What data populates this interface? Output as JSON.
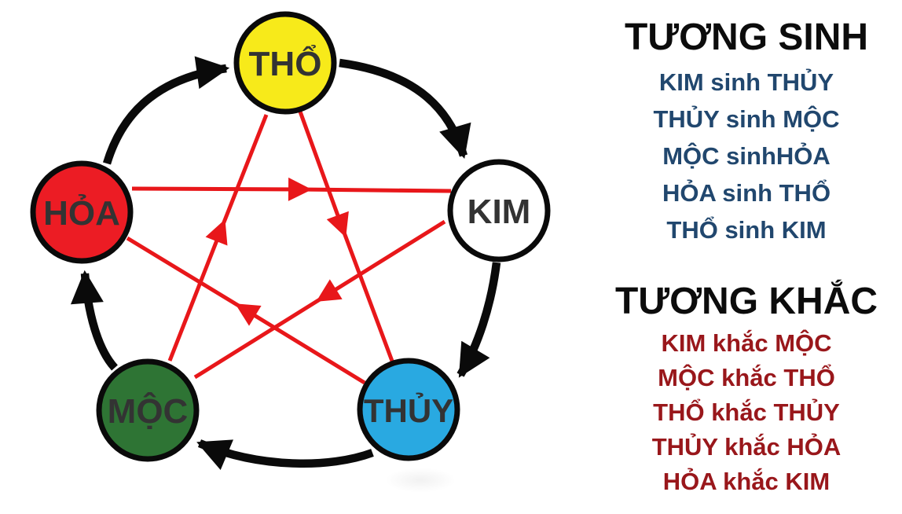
{
  "diagram": {
    "nodes": [
      {
        "id": "tho",
        "label": "THỔ",
        "fill": "#f7ea1a"
      },
      {
        "id": "kim",
        "label": "KIM",
        "fill": "#ffffff"
      },
      {
        "id": "thuy",
        "label": "THỦY",
        "fill": "#29a9e1"
      },
      {
        "id": "moc",
        "label": "MỘC",
        "fill": "#2e7434"
      },
      {
        "id": "hoa",
        "label": "HỎA",
        "fill": "#ec1c24"
      }
    ],
    "generation_arrows_color": "#0a0a0a",
    "overcoming_arrows_color": "#e8171a",
    "generation_arrows": [
      {
        "from": "HỎA",
        "to": "THỔ"
      },
      {
        "from": "THỔ",
        "to": "KIM"
      },
      {
        "from": "KIM",
        "to": "THỦY"
      },
      {
        "from": "THỦY",
        "to": "MỘC"
      },
      {
        "from": "MỘC",
        "to": "HỎA"
      }
    ],
    "overcoming_arrows": [
      {
        "from": "HỎA",
        "to": "KIM"
      },
      {
        "from": "THỔ",
        "to": "THỦY"
      },
      {
        "from": "MỘC",
        "to": "THỔ"
      },
      {
        "from": "KIM",
        "to": "MỘC"
      },
      {
        "from": "THỦY",
        "to": "HỎA"
      }
    ]
  },
  "panel": {
    "sinh": {
      "title": "TƯƠNG SINH",
      "title_color": "#0c0c0c",
      "items_color": "#21476e",
      "items": [
        "KIM sinh THỦY",
        "THỦY sinh MỘC",
        "MỘC sinhHỎA",
        "HỎA sinh THỔ",
        "THỔ sinh KIM"
      ]
    },
    "khac": {
      "title": "TƯƠNG KHẮC",
      "title_color": "#0c0c0c",
      "items_color": "#99171b",
      "items": [
        "KIM khắc MỘC",
        "MỘC khắc THỔ",
        "THỔ khắc THỦY",
        "THỦY khắc HỎA",
        "HỎA khắc KIM"
      ]
    }
  }
}
